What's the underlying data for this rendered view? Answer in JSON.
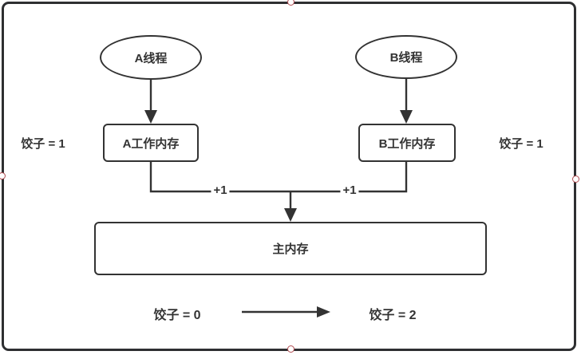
{
  "colors": {
    "bg": "#ffffff",
    "frame": "#2e2f31",
    "line": "#333333",
    "text": "#333333",
    "handle": "#b24d52"
  },
  "diagram": {
    "thread_a_label": "A线程",
    "thread_b_label": "B线程",
    "work_mem_a_label": "A工作内存",
    "work_mem_b_label": "B工作内存",
    "main_memory_label": "主内存",
    "left_value_label": "饺子 = 1",
    "right_value_label": "饺子 = 1",
    "increment_a_label": "+1",
    "increment_b_label": "+1",
    "result_before_label": "饺子 = 0",
    "result_after_label": "饺子 = 2"
  }
}
